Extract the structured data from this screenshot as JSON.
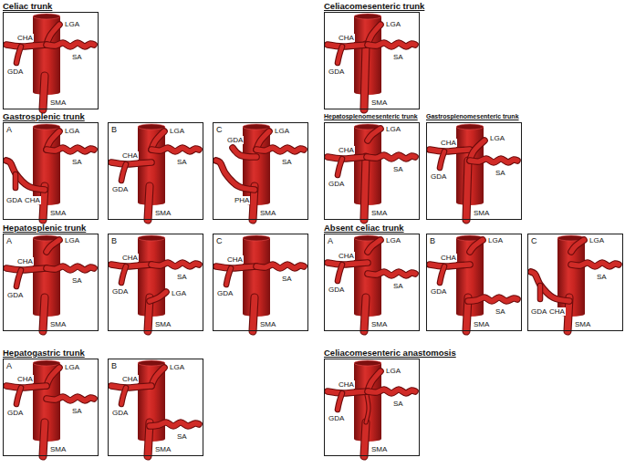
{
  "diagram": {
    "nodes": [
      {
        "text": [
          "LGA",
          "CHA",
          "SA",
          "GDA",
          "SMA"
        ]
      },
      {
        "text": [
          "LGA",
          "CHA",
          "SA",
          "GDA",
          "SMA"
        ]
      },
      {
        "text": [
          "A",
          "LGA",
          "SA",
          "CHA",
          "GDA",
          "SMA"
        ]
      },
      {
        "text": [
          "B",
          "LGA",
          "CHA",
          "SA",
          "GDA",
          "SMA"
        ]
      },
      {
        "text": [
          "C",
          "GDA",
          "LGA",
          "SA",
          "PHA",
          "SMA"
        ]
      },
      {
        "text": [
          "LGA",
          "CHA",
          "SA",
          "GDA",
          "SMA"
        ]
      },
      {
        "text": [
          "LGA",
          "CHA",
          "SA",
          "GDA",
          "SMA"
        ]
      },
      {
        "text": [
          "A",
          "LGA",
          "CHA",
          "SA",
          "GDA",
          "SMA"
        ]
      },
      {
        "text": [
          "B",
          "CHA",
          "SA",
          "GDA",
          "LGA",
          "SMA"
        ]
      },
      {
        "text": [
          "C",
          "CHA",
          "SA",
          "GDA",
          "SMA"
        ]
      },
      {
        "text": [
          "A",
          "LGA",
          "CHA",
          "SA",
          "GDA",
          "SMA"
        ]
      },
      {
        "text": [
          "B",
          "LGA",
          "CHA",
          "GDA",
          "SA",
          "SMA"
        ]
      },
      {
        "text": [
          "C",
          "LGA",
          "SA",
          "CHA",
          "GDA",
          "SMA"
        ]
      },
      {
        "text": [
          "A",
          "LGA",
          "CHA",
          "SA",
          "GDA",
          "SMA"
        ]
      },
      {
        "text": [
          "B",
          "LGA",
          "CHA",
          "GDA",
          "SA",
          "SMA"
        ]
      },
      {
        "text": [
          "LGA",
          "CHA",
          "SA",
          "GDA",
          "SMA"
        ]
      }
    ],
    "labels": [
      "Celiac trunk",
      "Celiacomesenteric trunk",
      "Gastrosplenic trunk",
      "Hepatosplenomesenteric trunk",
      "Gastrosplenomesenteric trunk",
      "Hepatosplenic trunk",
      "Absent celiac trunk",
      "Hepatogastric trunk",
      "Celiacomesenteric anastomosis"
    ]
  }
}
